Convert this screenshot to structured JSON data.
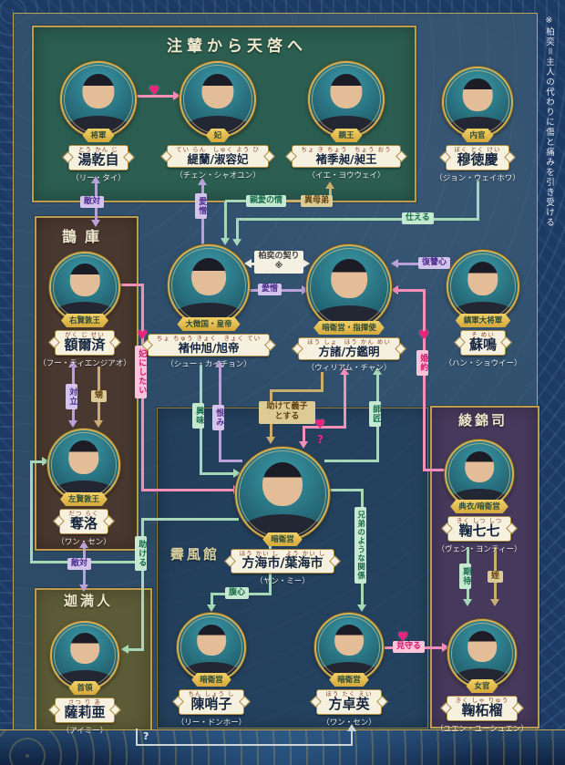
{
  "side_note": "※柏奕＝主人の代わりに傷と痛みを引き受ける",
  "marks": {
    "heart": "♥",
    "question": "?"
  },
  "groups": {
    "tianqi": {
      "title": "注輦から天啓へ"
    },
    "queku": {
      "title": "鵲庫"
    },
    "kamanjin": {
      "title": "迦満人"
    },
    "seifukan": {
      "title": "霽風館"
    },
    "ryokinshi": {
      "title": "綾錦司"
    }
  },
  "characters": [
    {
      "group": "注輦から天啓へ",
      "badge": "将軍",
      "furigana": "とう かん じ",
      "name": "湯乾自",
      "actor": "（リー・タイ）"
    },
    {
      "group": "注輦から天啓へ",
      "badge": "妃",
      "furigana": "てい らん　しゅく よう ひ",
      "name": "緹蘭/淑容妃",
      "actor": "（チェン・シャオユン）"
    },
    {
      "group": "注輦から天啓へ",
      "badge": "親王",
      "furigana": "ちょ き ちょう　ちょう おう",
      "name": "褚季昶/昶王",
      "actor": "（イエ・ヨウウェイ）"
    },
    {
      "group": "",
      "badge": "内官",
      "furigana": "ぼく とく けい",
      "name": "穆徳慶",
      "actor": "（ジョン・ウェイホワ）"
    },
    {
      "group": "",
      "badge": "大徴国・皇帝",
      "furigana": "ちょ ちゅう きょく　きょく てい",
      "name": "褚仲旭/旭帝",
      "actor": "（シュー・カイチョン）"
    },
    {
      "group": "",
      "badge": "暗衛営・指揮使",
      "furigana": "ほう しょ　ほう かん めい",
      "name": "方諸/方鑑明",
      "actor": "（ウィリアム・チャン）"
    },
    {
      "group": "",
      "badge": "鎮軍大将軍",
      "furigana": "そ めい",
      "name": "蘇鳴",
      "actor": "（ハン・ショウイー）"
    },
    {
      "group": "鵲庫",
      "badge": "右賢敦王",
      "furigana": "がく じ せい",
      "name": "額爾済",
      "actor": "（フー・ティエンジアオ）"
    },
    {
      "group": "鵲庫",
      "badge": "左賢敦王",
      "furigana": "だつ らく",
      "name": "奪洛",
      "actor": "（ワン・セン）"
    },
    {
      "group": "霽風館",
      "badge": "暗衛営",
      "furigana": "ほう かい し　よう かい し",
      "name": "方海市/葉海市",
      "actor": "（ヤン・ミー）"
    },
    {
      "group": "迦満人",
      "badge": "首領",
      "furigana": "さつ り あ",
      "name": "薩莉亜",
      "actor": "（アイミー）"
    },
    {
      "group": "霽風館",
      "badge": "暗衛営",
      "furigana": "ちん しょう し",
      "name": "陳哨子",
      "actor": "（リー・ドンホー）"
    },
    {
      "group": "霽風館",
      "badge": "暗衛営",
      "furigana": "ほう たく えい",
      "name": "方卓英",
      "actor": "（ワン・セン）"
    },
    {
      "group": "綾錦司",
      "badge": "典衣/暗衛営",
      "furigana": "きく しつ しつ",
      "name": "鞠七七",
      "actor": "（ヴェン・ヨンティー）"
    },
    {
      "group": "綾錦司",
      "badge": "女官",
      "furigana": "きく しゃ りゅう",
      "name": "鞠柘榴",
      "actor": "（ユエン・ユーシュエン）"
    }
  ],
  "relations": [
    {
      "label": "敵対",
      "from": "額爾済",
      "to": "湯乾自",
      "color": "purple"
    },
    {
      "label": "愛憎",
      "from": "褚仲旭/旭帝",
      "to": "緹蘭/淑容妃",
      "color": "purple"
    },
    {
      "label": "親愛の情",
      "from": "褚季昶/昶王",
      "to": "褚仲旭/旭帝",
      "color": "green"
    },
    {
      "label": "異母弟",
      "from": "褚仲旭/旭帝",
      "to": "褚季昶/昶王",
      "color": "tan"
    },
    {
      "label": "仕える",
      "from": "穆徳慶",
      "to": "褚仲旭/旭帝",
      "color": "green"
    },
    {
      "label": "柏奕の契り※",
      "from": "褚仲旭/旭帝",
      "to": "方諸/方鑑明",
      "color": "white"
    },
    {
      "label": "愛憎",
      "from": "褚仲旭/旭帝",
      "to": "方諸/方鑑明",
      "color": "purple"
    },
    {
      "label": "復讐心",
      "from": "蘇鳴",
      "to": "方諸/方鑑明",
      "color": "purple"
    },
    {
      "label": "妃にしたい",
      "from": "額爾済",
      "to": "方海市/葉海市",
      "color": "pink"
    },
    {
      "label": "対立",
      "from": "額爾済",
      "to": "奪洛",
      "color": "purple"
    },
    {
      "label": "甥",
      "from": "額爾済",
      "to": "奪洛",
      "color": "tan"
    },
    {
      "label": "敵対",
      "from": "奪洛",
      "to": "迦満人",
      "color": "purple"
    },
    {
      "label": "助ける",
      "from": "方海市/葉海市",
      "to": "奪洛・薩莉亜",
      "color": "green"
    },
    {
      "label": "興味",
      "from": "褚仲旭/旭帝",
      "to": "方海市/葉海市",
      "color": "green"
    },
    {
      "label": "恨み",
      "from": "方海市/葉海市",
      "to": "褚仲旭/旭帝",
      "color": "purple"
    },
    {
      "label": "助けて義子とする",
      "from": "方諸/方鑑明",
      "to": "方海市/葉海市",
      "color": "tan"
    },
    {
      "label": "?",
      "from": "方諸/方鑑明",
      "to": "方海市/葉海市",
      "color": "pink"
    },
    {
      "label": "師匠",
      "from": "方海市/葉海市",
      "to": "方諸/方鑑明",
      "color": "green"
    },
    {
      "label": "婚約",
      "from": "鞠七七",
      "to": "方諸/方鑑明",
      "color": "pink"
    },
    {
      "label": "兄弟のような関係",
      "from": "方海市/葉海市",
      "to": "方卓英",
      "color": "green"
    },
    {
      "label": "腹心",
      "from": "方海市/葉海市",
      "to": "陳哨子",
      "color": "green"
    },
    {
      "label": "期待",
      "from": "鞠七七",
      "to": "鞠柘榴",
      "color": "green"
    },
    {
      "label": "姪",
      "from": "鞠七七",
      "to": "鞠柘榴",
      "color": "tan"
    },
    {
      "label": "見守る",
      "from": "方卓英",
      "to": "鞠柘榴",
      "color": "pink"
    },
    {
      "label": "?",
      "from": "薩莉亜",
      "to": "方卓英",
      "color": "gray"
    }
  ]
}
